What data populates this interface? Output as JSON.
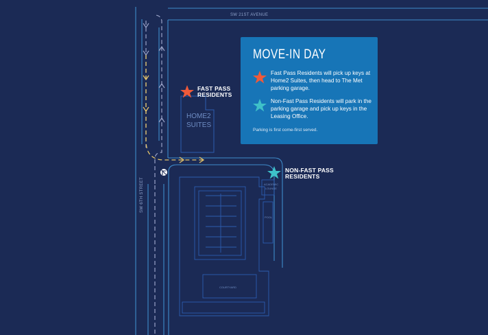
{
  "streets": {
    "top_avenue": "SW 21ST AVENUE",
    "left_street": "SW 6TH STREET"
  },
  "buildings": {
    "hotel_line1": "HOME2",
    "hotel_line2": "SUITES",
    "academic_lounge_line1": "ACADEMIC",
    "academic_lounge_line2": "LOUNGE",
    "pool": "POOL",
    "courtyard": "COURTYARD"
  },
  "markers": {
    "fast_pass_line1": "FAST PASS",
    "fast_pass_line2": "RESIDENTS",
    "non_fast_pass_line1": "NON-FAST PASS",
    "non_fast_pass_line2": "RESIDENTS"
  },
  "legend": {
    "title": "MOVE-IN DAY",
    "fast_pass_text": "Fast Pass Residents will pick up keys at Home2 Suites, then head to The Met parking garage.",
    "non_fast_pass_text": "Non-Fast Pass Residents will park in the parking garage and pick up keys in the Leasing Office.",
    "footnote": "Parking is first come-first served."
  },
  "colors": {
    "background": "#1b2a55",
    "panel": "#1775b7",
    "fast_pass_star": "#ef5a3a",
    "non_fast_pass_star": "#3ec1c9",
    "route_yellow": "#e6c56a",
    "route_gray": "#9aa3c8",
    "road_outline": "#3f8ccb"
  },
  "icons": {
    "no_right_turn": "no-right-turn-icon"
  }
}
